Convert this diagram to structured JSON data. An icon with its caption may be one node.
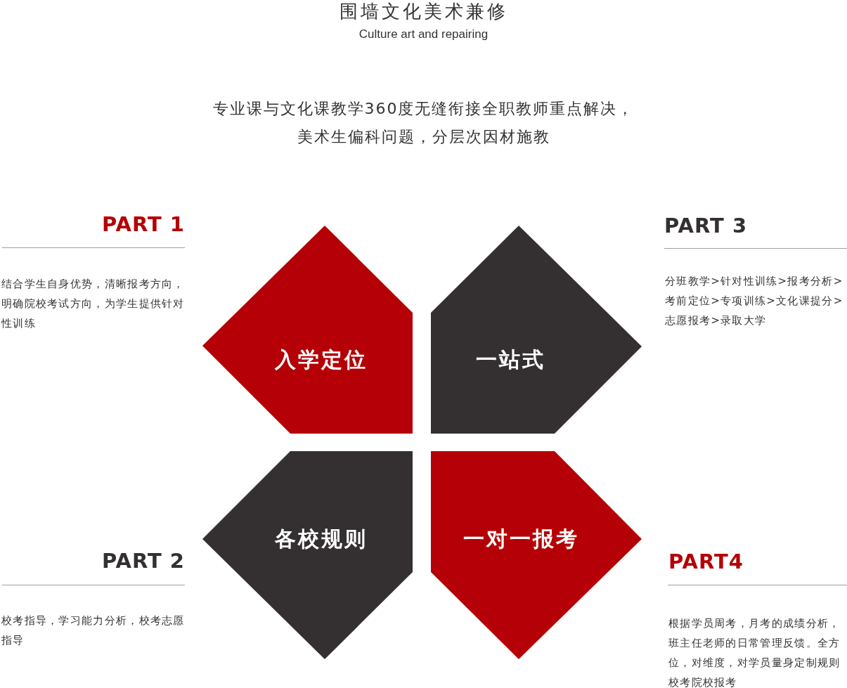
{
  "diagram": {
    "title": "围墙文化美术兼修",
    "nodes": [
      {
        "text": [
          "入学定位"
        ],
        "beside": [
          "PART 1",
          "结合学生自身优势，清晰报考方向，明确院校考试方向，为学生提供针对性训练"
        ]
      },
      {
        "text": [
          "一站式"
        ],
        "beside": [
          "PART 3",
          "分班教学>针对性训练>报考分析>考前定位>专项训练>文化课提分>志愿报考>录取大学"
        ]
      },
      {
        "text": [
          "各校规则"
        ],
        "beside": [
          "PART 2",
          "校考指导，学习能力分析，校考志愿指导"
        ]
      },
      {
        "text": [
          "一对一报考"
        ],
        "beside": [
          "PART4",
          "根据学员周考，月考的成绩分析，班主任老师的日常管理反馈。全方位，对维度，对学员量身定制规则校考院校报考"
        ]
      }
    ],
    "labels": [
      "Culture art and repairing",
      "专业课与文化课教学360度无缝衔接全职教师重点解决，美术生偏科问题，分层次因材施教"
    ]
  }
}
